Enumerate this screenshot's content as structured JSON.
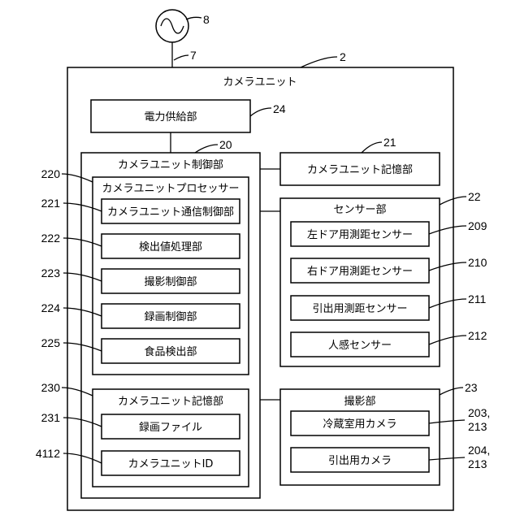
{
  "source": {
    "label": "8"
  },
  "unit": {
    "ref": "2",
    "title": "カメラユニット",
    "power_line_ref": "7",
    "power": {
      "ref": "24",
      "label": "電力供給部"
    },
    "control": {
      "ref": "20",
      "title": "カメラユニット制御部",
      "processor": {
        "ref": "220",
        "title": "カメラユニットプロセッサー",
        "items": [
          {
            "ref": "221",
            "label": "カメラユニット通信制御部"
          },
          {
            "ref": "222",
            "label": "検出値処理部"
          },
          {
            "ref": "223",
            "label": "撮影制御部"
          },
          {
            "ref": "224",
            "label": "録画制御部"
          },
          {
            "ref": "225",
            "label": "食品検出部"
          }
        ]
      },
      "storage": {
        "ref": "230",
        "title": "カメラユニット記憶部",
        "items": [
          {
            "ref": "231",
            "label": "録画ファイル"
          },
          {
            "ref": "4112",
            "label": "カメラユニットID"
          }
        ]
      }
    },
    "memory": {
      "ref": "21",
      "label": "カメラユニット記憶部"
    },
    "sensors": {
      "ref": "22",
      "title": "センサー部",
      "items": [
        {
          "ref": "209",
          "label": "左ドア用測距センサー"
        },
        {
          "ref": "210",
          "label": "右ドア用測距センサー"
        },
        {
          "ref": "211",
          "label": "引出用測距センサー"
        },
        {
          "ref": "212",
          "label": "人感センサー"
        }
      ]
    },
    "imaging": {
      "ref": "23",
      "title": "撮影部",
      "items": [
        {
          "ref_line1": "203,",
          "ref_line2": "213",
          "label": "冷蔵室用カメラ"
        },
        {
          "ref_line1": "204,",
          "ref_line2": "213",
          "label": "引出用カメラ"
        }
      ]
    }
  }
}
